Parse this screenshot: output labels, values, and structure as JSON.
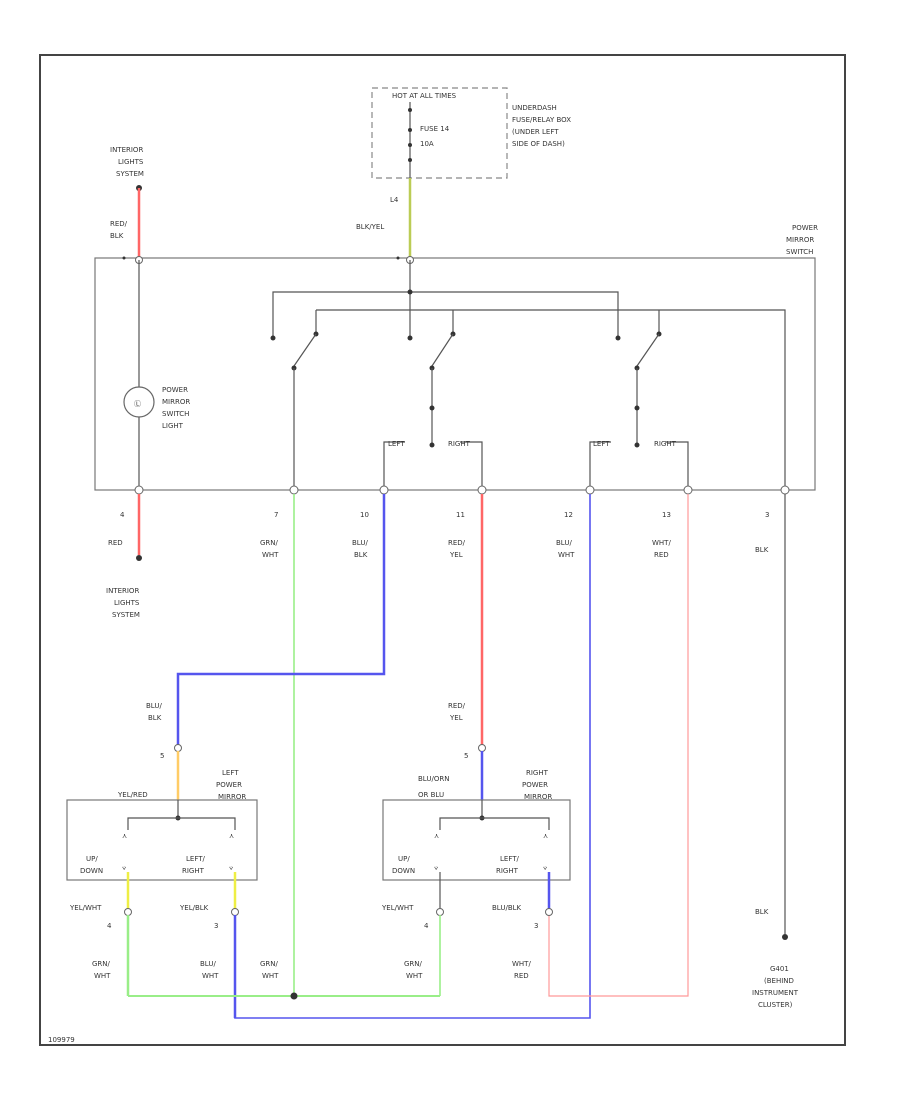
{
  "colors": {
    "red": "#ff6666",
    "blue": "#5555ee",
    "green": "#99ee88",
    "yellow": "#eeee44",
    "orange": "#ffcc66",
    "olive": "#bbcc55",
    "lightred": "#ff9999",
    "black": "#555555"
  },
  "fuse_box": {
    "hot_label": "HOT AT ALL TIMES",
    "fuse_label": "FUSE 14",
    "fuse_rating": "10A",
    "location": [
      "UNDERDASH",
      "FUSE/RELAY BOX",
      "(UNDER LEFT",
      "SIDE OF DASH)"
    ],
    "terminal": "L4",
    "wire": "BLK/YEL"
  },
  "interior_top": {
    "label": [
      "INTERIOR",
      "LIGHTS",
      "SYSTEM"
    ],
    "wire": [
      "RED/",
      "BLK"
    ]
  },
  "switch_label": [
    "POWER",
    "MIRROR",
    "SWITCH"
  ],
  "lamp_label": [
    "POWER",
    "MIRROR",
    "SWITCH",
    "LIGHT"
  ],
  "switch_pos": {
    "left": "LEFT",
    "right": "RIGHT"
  },
  "terminals": [
    {
      "pin": "4",
      "wire": [
        "RED"
      ]
    },
    {
      "pin": "7",
      "wire": [
        "GRN/",
        "WHT"
      ]
    },
    {
      "pin": "10",
      "wire": [
        "BLU/",
        "BLK"
      ]
    },
    {
      "pin": "11",
      "wire": [
        "RED/",
        "YEL"
      ]
    },
    {
      "pin": "12",
      "wire": [
        "BLU/",
        "WHT"
      ]
    },
    {
      "pin": "13",
      "wire": [
        "WHT/",
        "RED"
      ]
    },
    {
      "pin": "3",
      "wire": [
        "BLK"
      ]
    }
  ],
  "interior_bottom": {
    "label": [
      "INTERIOR",
      "LIGHTS",
      "SYSTEM"
    ]
  },
  "left_mirror": {
    "label": [
      "LEFT",
      "POWER",
      "MIRROR"
    ],
    "input_wire": [
      "BLU/",
      "BLK"
    ],
    "input_pin": "5",
    "input_inner": "YEL/RED",
    "motor1": [
      "UP/",
      "DOWN"
    ],
    "motor2": [
      "LEFT/",
      "RIGHT"
    ],
    "out1_inner": "YEL/WHT",
    "out1_pin": "4",
    "out1_wire": [
      "GRN/",
      "WHT"
    ],
    "out2_inner": "YEL/BLK",
    "out2_pin": "3",
    "out2_wire": [
      "BLU/",
      "WHT"
    ]
  },
  "right_mirror": {
    "label": [
      "RIGHT",
      "POWER",
      "MIRROR"
    ],
    "input_wire": [
      "RED/",
      "YEL"
    ],
    "input_pin": "5",
    "input_inner": [
      "BLU/ORN",
      "OR BLU"
    ],
    "motor1": [
      "UP/",
      "DOWN"
    ],
    "motor2": [
      "LEFT/",
      "RIGHT"
    ],
    "out1_inner": "YEL/WHT",
    "out1_pin": "4",
    "out1_wire": [
      "GRN/",
      "WHT"
    ],
    "out2_inner": "BLU/BLK",
    "out2_pin": "3",
    "out2_wire": [
      "WHT/",
      "RED"
    ]
  },
  "splice_wire": [
    "GRN/",
    "WHT"
  ],
  "ground": {
    "wire": "BLK",
    "label": [
      "G401",
      "(BEHIND",
      "INSTRUMENT",
      "CLUSTER)"
    ]
  },
  "diagram_id": "109979"
}
